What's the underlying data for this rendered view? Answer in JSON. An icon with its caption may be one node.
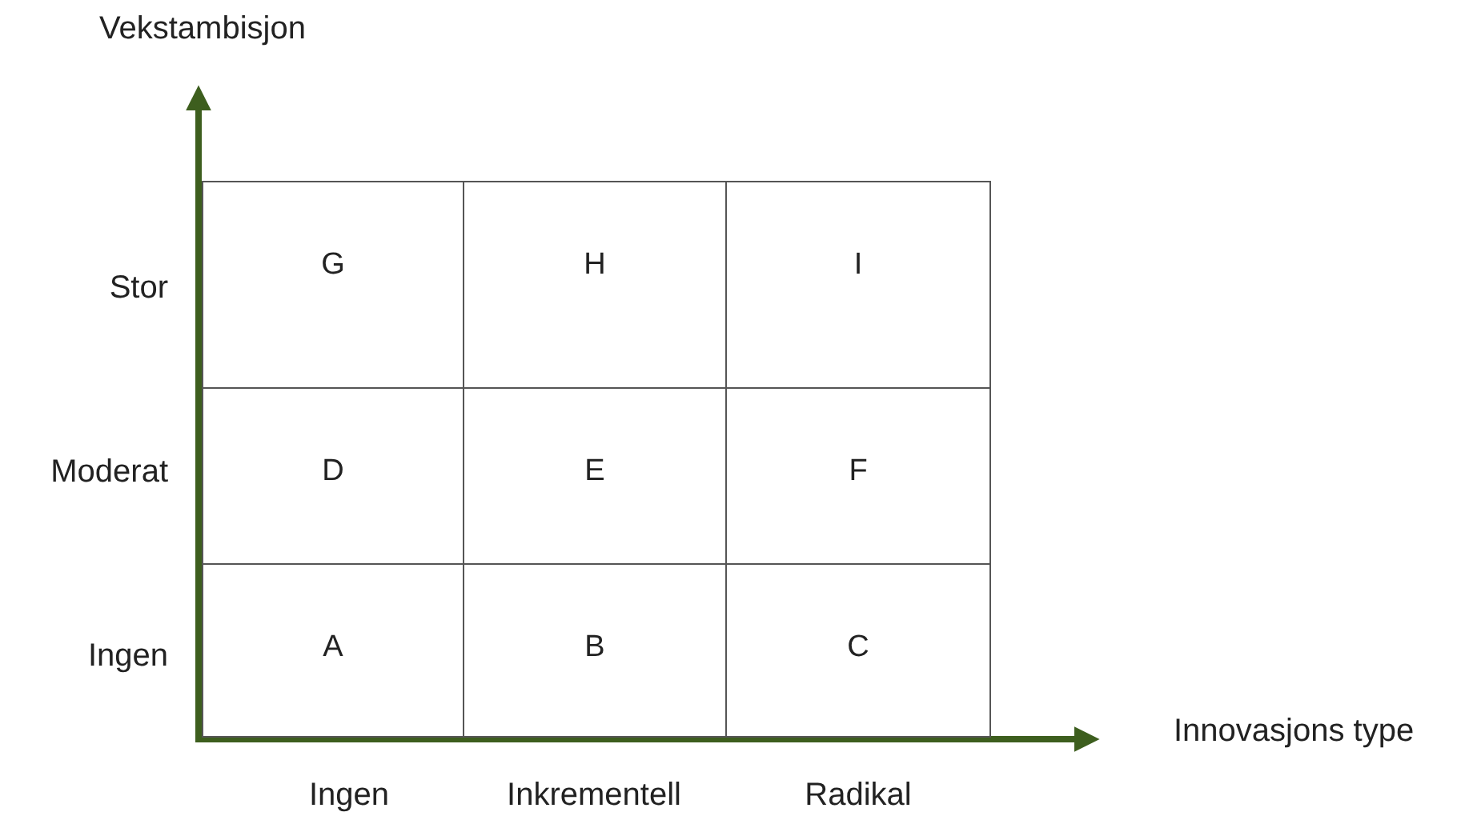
{
  "diagram": {
    "labels": [
      "Vekstambisjon",
      "Stor",
      "G",
      "H",
      "I",
      "Moderat",
      "D",
      "E",
      "F",
      "Ingen",
      "A",
      "B",
      "C",
      "Innovasjons type",
      "Ingen",
      "Inkrementell",
      "Radikal"
    ]
  }
}
